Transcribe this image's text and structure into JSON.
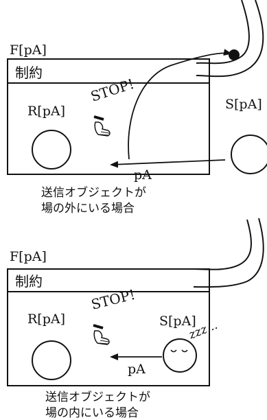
{
  "panel_top": {
    "field_label": "F[pA]",
    "constraint_label": "制約",
    "stop_text": "STOP!",
    "receiver_label": "R[pA]",
    "sender_label": "S[pA]",
    "message_label": "pA",
    "caption_line1": "送信オブジェクトが",
    "caption_line2": "場の外にいる場合"
  },
  "panel_bottom": {
    "field_label": "F[pA]",
    "constraint_label": "制約",
    "stop_text": "STOP!",
    "receiver_label": "R[pA]",
    "sender_label": "S[pA]",
    "sleep_text": "zzz...",
    "message_label": "pA",
    "caption_line1": "送信オブジェクトが",
    "caption_line2": "場の内にいる場合"
  }
}
